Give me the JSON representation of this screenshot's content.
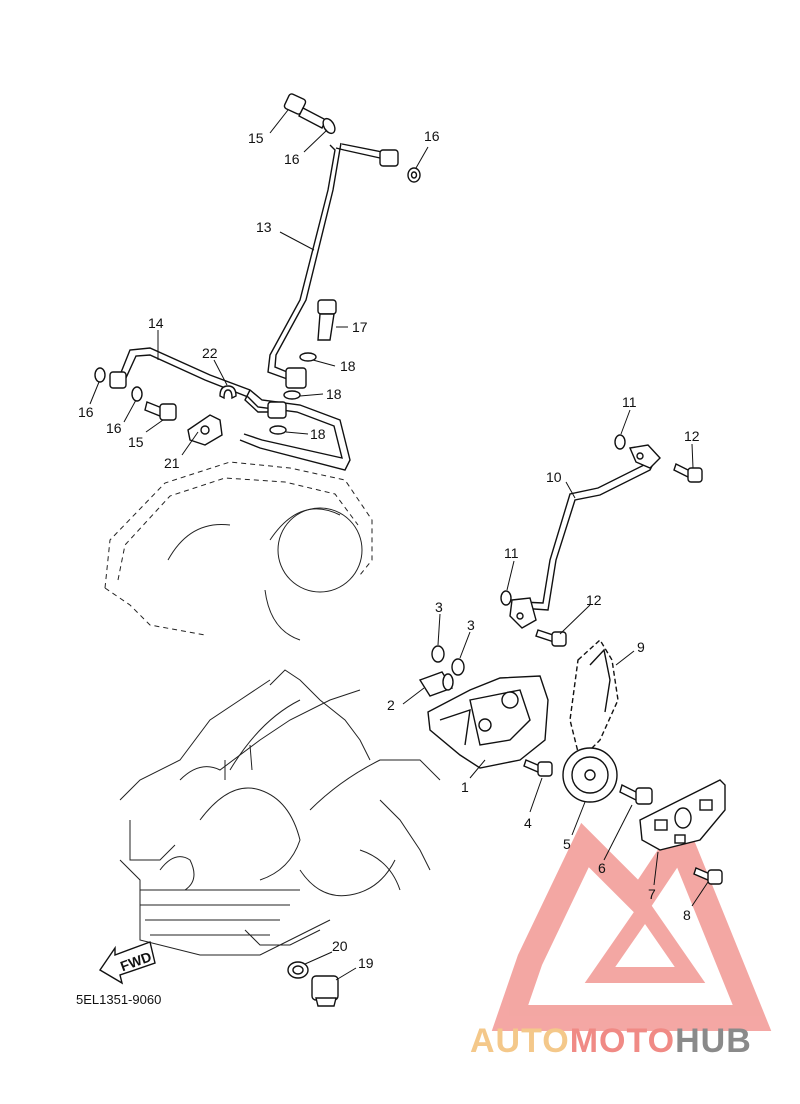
{
  "drawing_code": "5EL1351-9060",
  "fwd_label": "FWD",
  "callouts": [
    {
      "id": "c15a",
      "text": "15"
    },
    {
      "id": "c16a",
      "text": "16"
    },
    {
      "id": "c16b",
      "text": "16"
    },
    {
      "id": "c13",
      "text": "13"
    },
    {
      "id": "c14",
      "text": "14"
    },
    {
      "id": "c22",
      "text": "22"
    },
    {
      "id": "c17",
      "text": "17"
    },
    {
      "id": "c18a",
      "text": "18"
    },
    {
      "id": "c18b",
      "text": "18"
    },
    {
      "id": "c18c",
      "text": "18"
    },
    {
      "id": "c16c",
      "text": "16"
    },
    {
      "id": "c16d",
      "text": "16"
    },
    {
      "id": "c15b",
      "text": "15"
    },
    {
      "id": "c21",
      "text": "21"
    },
    {
      "id": "c11a",
      "text": "11"
    },
    {
      "id": "c12a",
      "text": "12"
    },
    {
      "id": "c10",
      "text": "10"
    },
    {
      "id": "c11b",
      "text": "11"
    },
    {
      "id": "c12b",
      "text": "12"
    },
    {
      "id": "c3a",
      "text": "3"
    },
    {
      "id": "c3b",
      "text": "3"
    },
    {
      "id": "c9",
      "text": "9"
    },
    {
      "id": "c2",
      "text": "2"
    },
    {
      "id": "c1",
      "text": "1"
    },
    {
      "id": "c4",
      "text": "4"
    },
    {
      "id": "c5",
      "text": "5"
    },
    {
      "id": "c6",
      "text": "6"
    },
    {
      "id": "c7",
      "text": "7"
    },
    {
      "id": "c8",
      "text": "8"
    },
    {
      "id": "c20",
      "text": "20"
    },
    {
      "id": "c19",
      "text": "19"
    }
  ],
  "watermark": {
    "part1": "AUTO",
    "part2": "MOTO",
    "part3": "HUB",
    "color_light": "#f4c88a",
    "color_main": "#f08a85",
    "color_dark": "#8a8a8a"
  }
}
